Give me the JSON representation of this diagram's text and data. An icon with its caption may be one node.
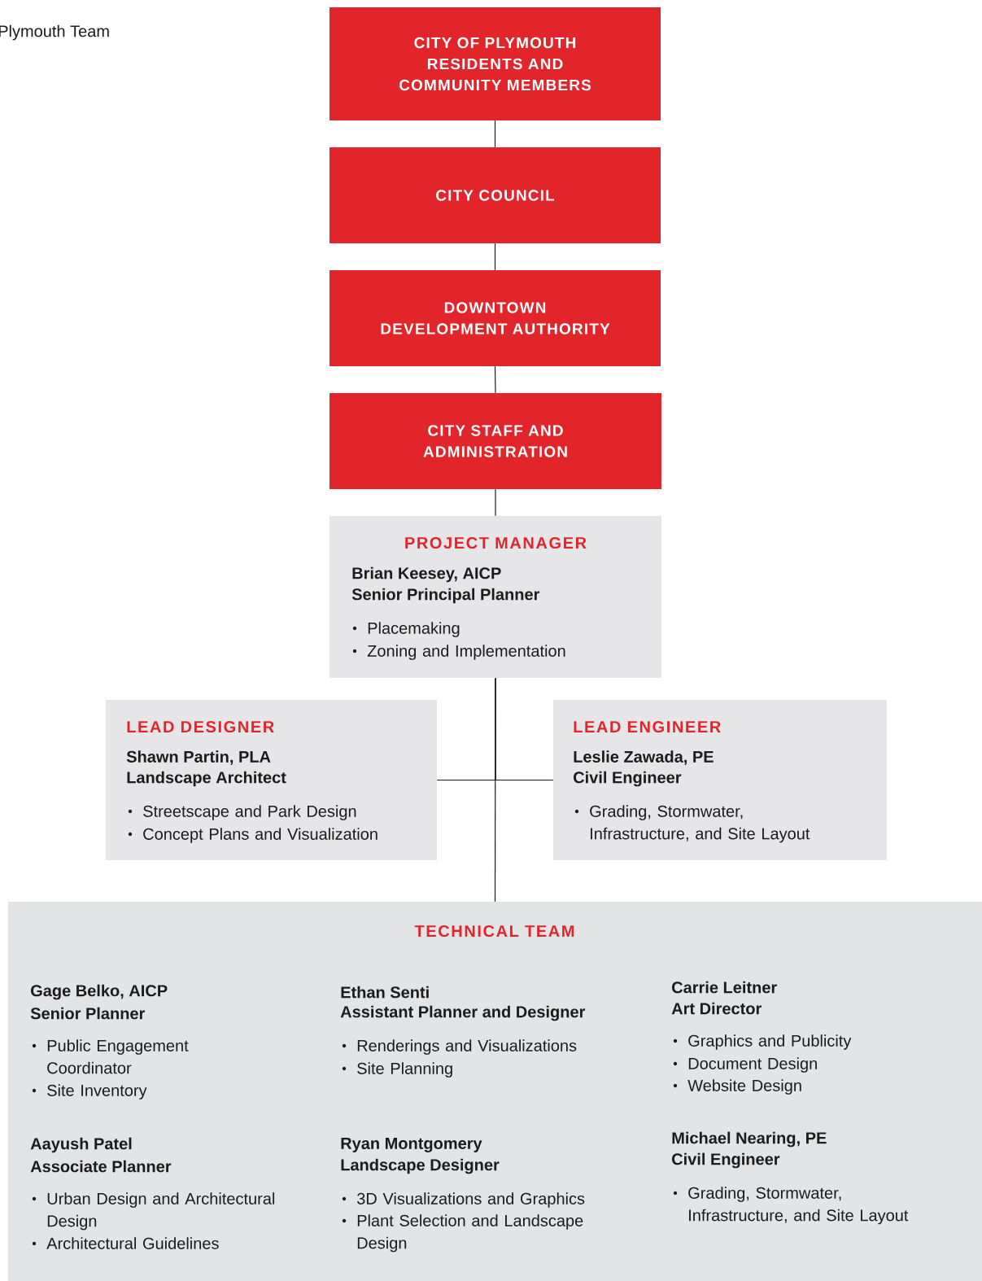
{
  "diagram": {
    "nodes": [
      {
        "text": [
          "CITY OF PLYMOUTH RESIDENTS AND COMMUNITY MEMBERS"
        ]
      },
      {
        "text": [
          "CITY COUNCIL"
        ]
      },
      {
        "text": [
          "DOWNTOWN DEVELOPMENT AUTHORITY"
        ]
      },
      {
        "text": [
          "CITY STAFF AND ADMINISTRATION"
        ]
      },
      {
        "text": [
          "PROJECT MANAGER",
          "Brian Keesey, AICP",
          "Senior Principal Planner",
          "Placemaking",
          "Zoning and Implementation"
        ]
      },
      {
        "text": [
          "LEAD DESIGNER",
          "Shawn Partin, PLA",
          "Landscape Architect",
          "Streetscape and Park Design",
          "Concept Plans and Visualization"
        ]
      },
      {
        "text": [
          "LEAD ENGINEER",
          "Leslie Zawada, PE",
          "Civil Engineer",
          "Grading, Stormwater, Infrastructure, and Site Layout"
        ]
      },
      {
        "text": [
          "TECHNICAL TEAM",
          "Gage Belko, AICP",
          "Senior Planner",
          "Public Engagement Coordinator",
          "Site Inventory",
          "Ethan Senti",
          "Assistant Planner and Designer",
          "Renderings and Visualizations",
          "Site Planning",
          "Carrie Leitner",
          "Art Director",
          "Graphics and Publicity",
          "Document Design",
          "Website Design",
          "Aayush Patel",
          "Associate Planner",
          "Urban Design and Architectural Design",
          "Architectural Guidelines",
          "Ryan Montgomery",
          "Landscape Designer",
          "3D Visualizations and Graphics",
          "Plant Selection and Landscape Design",
          "Michael Nearing, PE",
          "Civil Engineer",
          "Grading, Stormwater, Infrastructure, and Site Layout"
        ]
      }
    ],
    "edges": [
      {
        "from": 0,
        "to": 1,
        "arrow": "none"
      },
      {
        "from": 1,
        "to": 2,
        "arrow": "none"
      },
      {
        "from": 2,
        "to": 3,
        "arrow": "none"
      },
      {
        "from": 3,
        "to": 4,
        "arrow": "none"
      },
      {
        "from": 4,
        "to": 5,
        "arrow": "none"
      },
      {
        "from": 4,
        "to": 6,
        "arrow": "none"
      },
      {
        "from": 4,
        "to": 7,
        "arrow": "none"
      }
    ],
    "labels": [
      "Plymouth Team"
    ]
  }
}
